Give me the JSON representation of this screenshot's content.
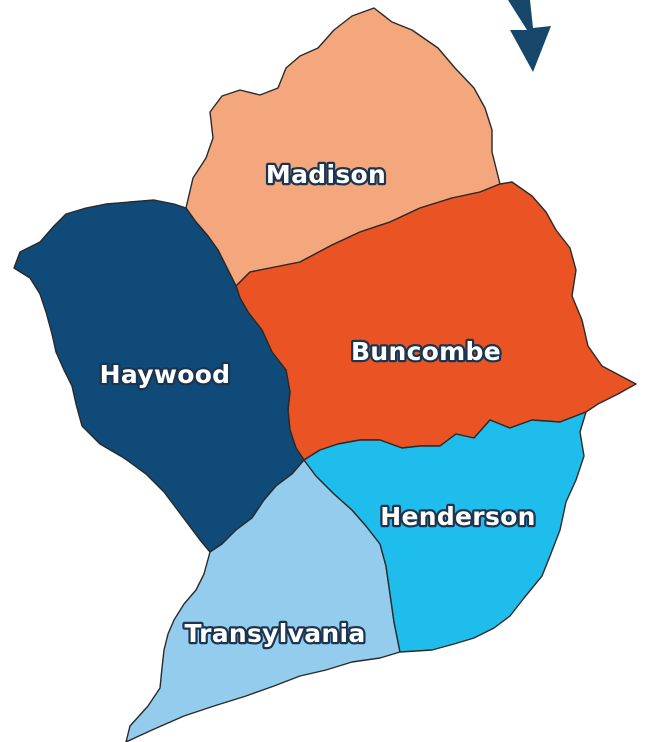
{
  "map": {
    "counties": [
      {
        "id": "madison",
        "name": "Madison",
        "color": "#F4A67C"
      },
      {
        "id": "buncombe",
        "name": "Buncombe",
        "color": "#EA5324"
      },
      {
        "id": "haywood",
        "name": "Haywood",
        "color": "#0F4A78"
      },
      {
        "id": "henderson",
        "name": "Henderson",
        "color": "#1FBDEB"
      },
      {
        "id": "transylvania",
        "name": "Transylvania",
        "color": "#93CCEC"
      }
    ],
    "arrow": {
      "icon": "arrow-down-icon",
      "color": "#16476B"
    }
  }
}
